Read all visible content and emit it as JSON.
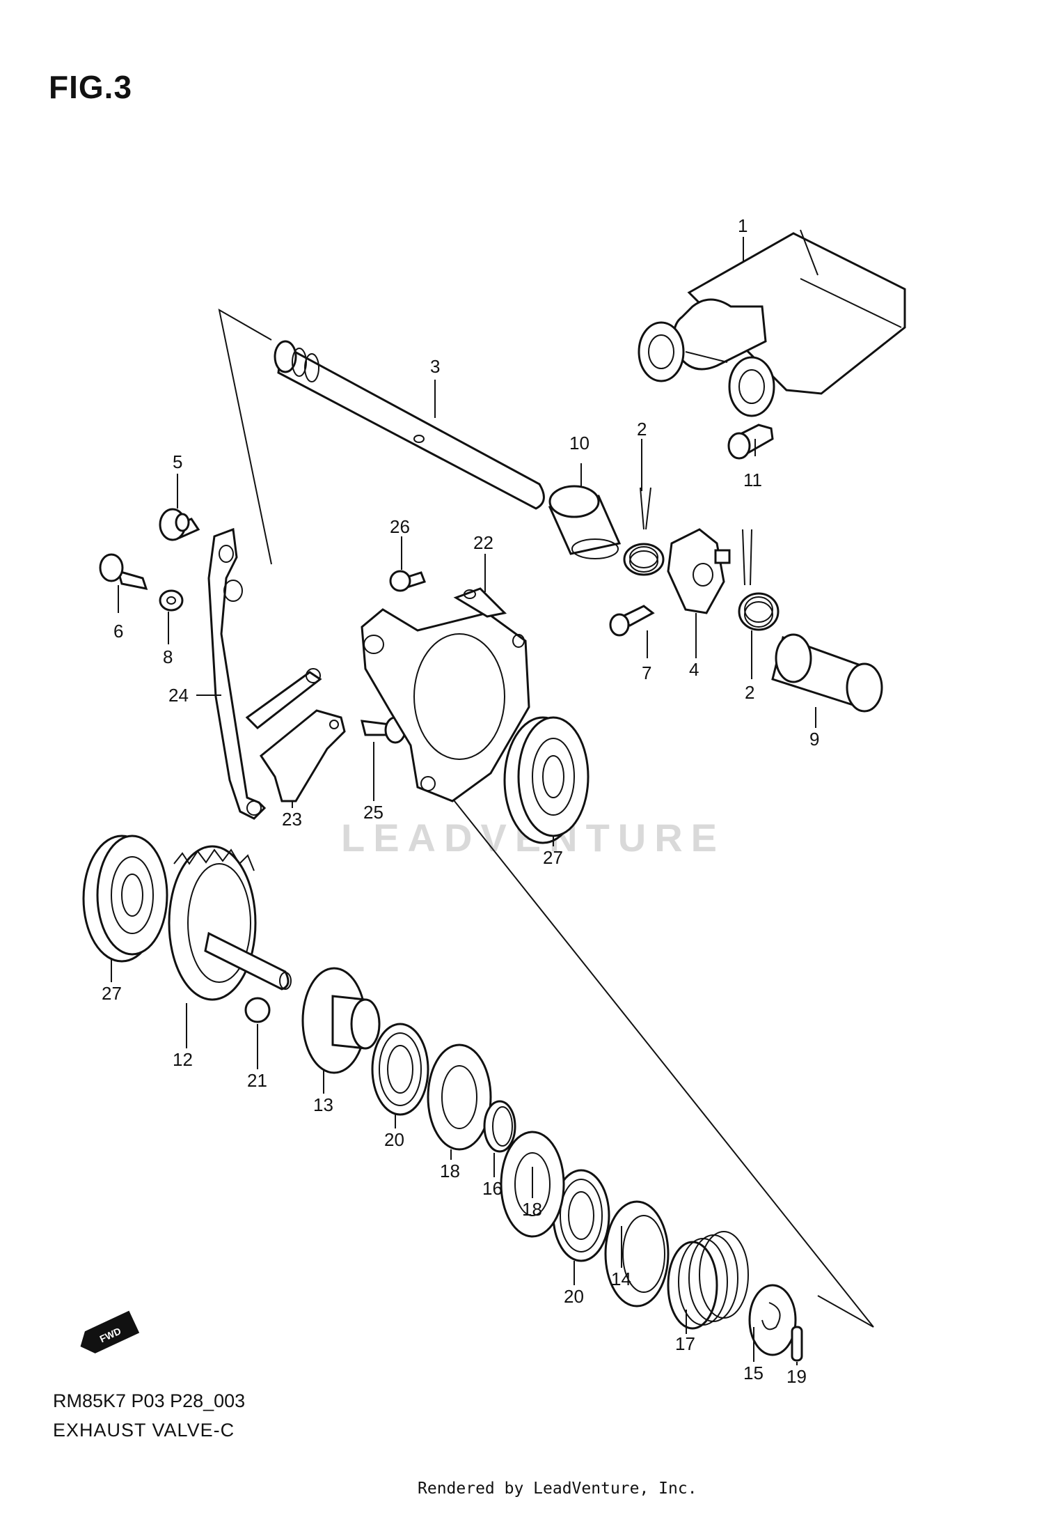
{
  "figure_title": "FIG.3",
  "diagram_code": "RM85K7 P03 P28_003",
  "diagram_name": "EXHAUST VALVE-C",
  "render_credit": "Rendered by LeadVenture, Inc.",
  "watermark_text": "LEADVENTURE",
  "direction_badge": "FWD",
  "callouts": {
    "c1": "1",
    "c2a": "2",
    "c2b": "2",
    "c3": "3",
    "c4": "4",
    "c5": "5",
    "c6": "6",
    "c7": "7",
    "c8": "8",
    "c9": "9",
    "c10": "10",
    "c11": "11",
    "c12": "12",
    "c13": "13",
    "c14": "14",
    "c15": "15",
    "c16": "16",
    "c17": "17",
    "c18a": "18",
    "c18b": "18",
    "c19": "19",
    "c20a": "20",
    "c20b": "20",
    "c21": "21",
    "c22": "22",
    "c23": "23",
    "c24": "24",
    "c25": "25",
    "c26": "26",
    "c27a": "27",
    "c27b": "27"
  },
  "colors": {
    "ink": "#111111",
    "watermark": "#d9d9d9",
    "paper": "#ffffff"
  }
}
